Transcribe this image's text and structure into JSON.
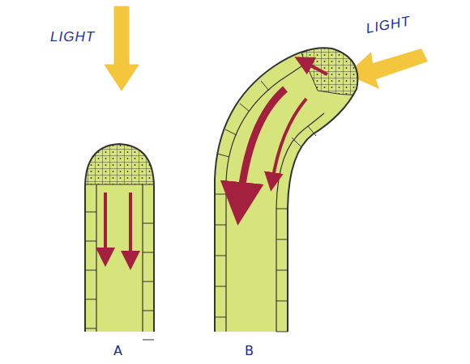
{
  "diagram": {
    "labels": [
      "LIGHT",
      "LIGHT",
      "A",
      "B"
    ]
  }
}
